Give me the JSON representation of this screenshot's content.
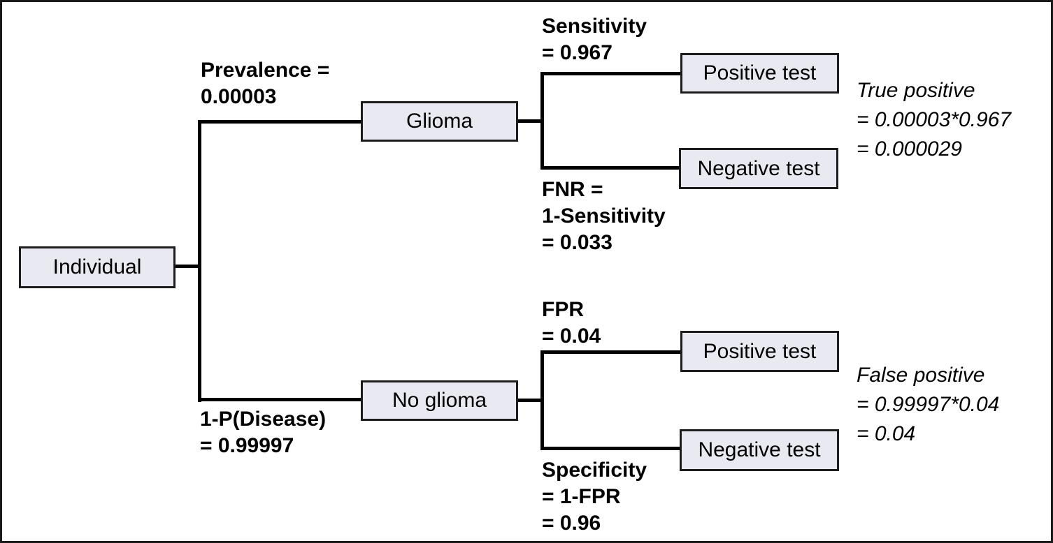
{
  "diagram_type": "decision-tree",
  "nodes": {
    "individual": "Individual",
    "glioma": "Glioma",
    "no_glioma": "No glioma",
    "positive_test_glioma": "Positive test",
    "negative_test_glioma": "Negative test",
    "positive_test_no_glioma": "Positive test",
    "negative_test_no_glioma": "Negative test"
  },
  "branch_labels": {
    "prevalence": [
      "Prevalence =",
      "0.00003"
    ],
    "sensitivity": [
      "Sensitivity",
      "= 0.967"
    ],
    "fnr": [
      "FNR =",
      "1-Sensitivity",
      "= 0.033"
    ],
    "complement_prevalence": [
      "1-P(Disease)",
      "= 0.99997"
    ],
    "fpr": [
      "FPR",
      "= 0.04"
    ],
    "specificity": [
      "Specificity",
      "= 1-FPR",
      "= 0.96"
    ]
  },
  "annotations": {
    "true_positive": [
      "True positive",
      "= 0.00003*0.967",
      "= 0.000029"
    ],
    "false_positive": [
      "False positive",
      "= 0.99997*0.04",
      "= 0.04"
    ]
  },
  "colors": {
    "node_fill": "#e9e9f2",
    "node_border": "#1c1c1c",
    "connector": "#000000",
    "background": "#ffffff",
    "text": "#000000"
  }
}
